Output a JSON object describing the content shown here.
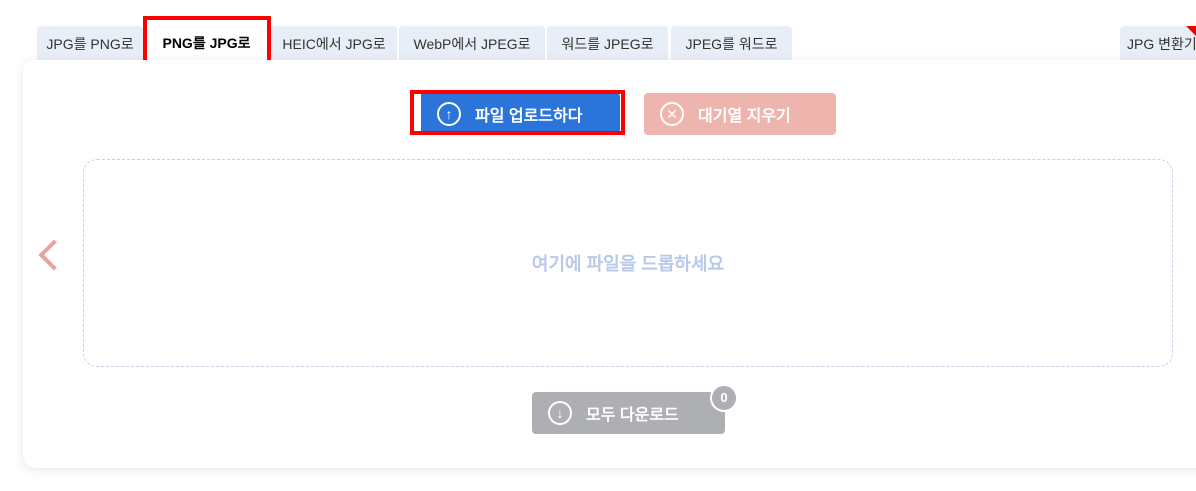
{
  "tabs": [
    {
      "label": "JPG를 PNG로"
    },
    {
      "label": "PNG를 JPG로",
      "active": true
    },
    {
      "label": "HEIC에서 JPG로"
    },
    {
      "label": "WebP에서 JPEG로"
    },
    {
      "label": "워드를 JPEG로"
    },
    {
      "label": "JPEG를 워드로"
    },
    {
      "label": "JPG 변환기"
    }
  ],
  "toolbar": {
    "upload_label": "파일 업로드하다",
    "clear_label": "대기열 지우기"
  },
  "dropzone": {
    "text": "여기에 파일을 드롭하세요"
  },
  "download": {
    "label": "모두 다운로드",
    "count": "0"
  },
  "colors": {
    "upload": "#2b74d9",
    "clear": "#edb5ae",
    "download": "#adafb3",
    "highlight": "#ff0000",
    "arrow": "#e9a39a"
  }
}
